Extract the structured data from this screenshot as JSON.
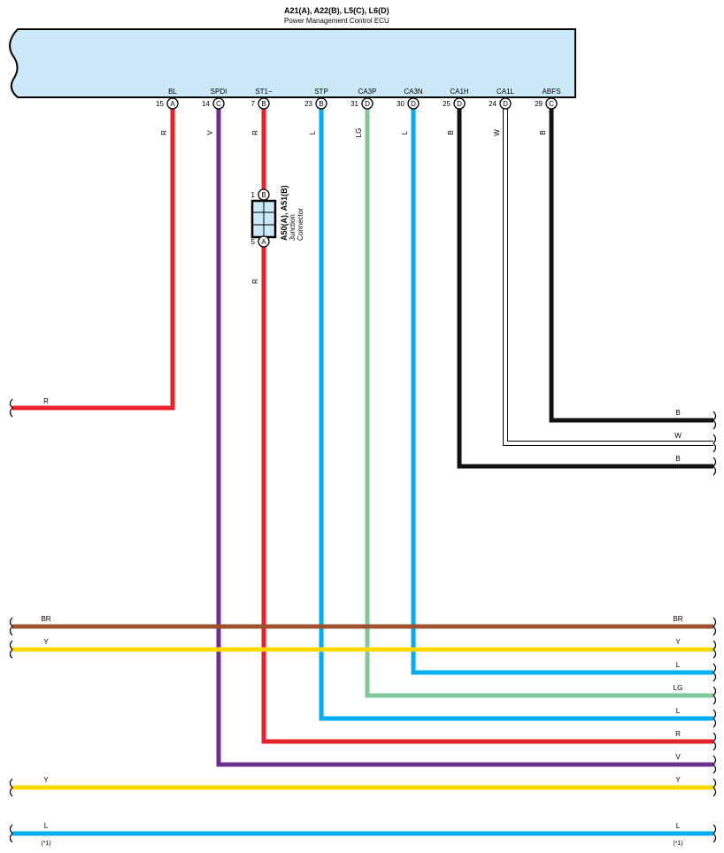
{
  "ecu": {
    "connectors": "A21(A), A22(B), L5(C), L6(D)",
    "name": "Power Management Control ECU"
  },
  "colors": {
    "R": "#e8202a",
    "V": "#6b2f8f",
    "L": "#00aeef",
    "LG": "#7fc99b",
    "B": "#111111",
    "W": "#ffffff",
    "BR": "#a0522d",
    "Y": "#ffd700",
    "ecu_fill": "#cce9f9"
  },
  "pins": [
    {
      "id": "bl",
      "name": "BL",
      "num": "15",
      "conn": "A",
      "wire": "R"
    },
    {
      "id": "spdi",
      "name": "SPDI",
      "num": "14",
      "conn": "C",
      "wire": "V"
    },
    {
      "id": "st1",
      "name": "ST1−",
      "num": "7",
      "conn": "B",
      "wire": "R"
    },
    {
      "id": "stp",
      "name": "STP",
      "num": "23",
      "conn": "B",
      "wire": "L"
    },
    {
      "id": "ca3p",
      "name": "CA3P",
      "num": "31",
      "conn": "D",
      "wire": "LG"
    },
    {
      "id": "ca3n",
      "name": "CA3N",
      "num": "30",
      "conn": "D",
      "wire": "L"
    },
    {
      "id": "ca1h",
      "name": "CA1H",
      "num": "25",
      "conn": "D",
      "wire": "B"
    },
    {
      "id": "ca1l",
      "name": "CA1L",
      "num": "24",
      "conn": "D",
      "wire": "W"
    },
    {
      "id": "abfs",
      "name": "ABFS",
      "num": "29",
      "conn": "C",
      "wire": "B"
    }
  ],
  "junction": {
    "code": "A50(A), A51(B)",
    "label_line1": "Junction",
    "label_line2": "Connector",
    "top_pin": {
      "num": "1",
      "conn": "B"
    },
    "bottom_pin": {
      "num": "5",
      "conn": "A"
    },
    "wire_below": "R"
  },
  "left_wires": {
    "bl_out": "R"
  },
  "right_wires": {
    "abfs_out": "B",
    "ca1l_out": "W",
    "ca1h_out": "B"
  },
  "bus_lines": {
    "br": {
      "left": "BR",
      "right": "BR"
    },
    "y1": {
      "left": "Y",
      "right": "Y"
    },
    "ca3n_out": "L",
    "ca3p_out": "LG",
    "stp_out": "L",
    "st1_out": "R",
    "spdi_out": "V",
    "y2": {
      "left": "Y",
      "right": "Y"
    },
    "l_bottom": {
      "left": "L",
      "right": "L",
      "note_left": "(*1)",
      "note_right": "(*1)"
    }
  }
}
